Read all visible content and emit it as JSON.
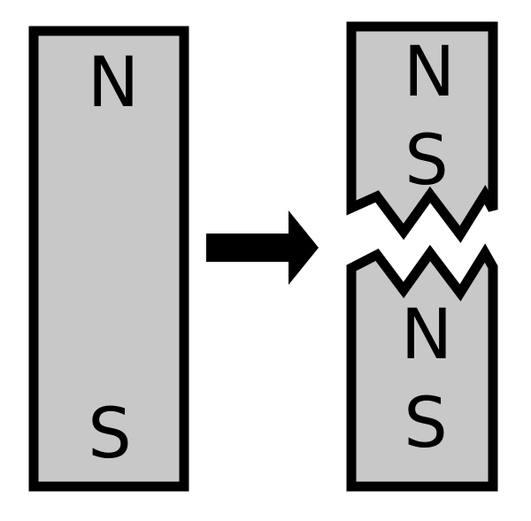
{
  "whole_magnet": {
    "top_pole": "N",
    "bottom_pole": "S"
  },
  "broken_magnet": {
    "upper_piece": {
      "top_pole": "N",
      "bottom_pole": "S"
    },
    "lower_piece": {
      "top_pole": "N",
      "bottom_pole": "S"
    }
  },
  "colors": {
    "magnet_fill": "#c8c8c8",
    "outline": "#000000",
    "arrow": "#000000",
    "background": "#ffffff"
  },
  "icons": {
    "arrow": "right-arrow-icon",
    "break": "zigzag-break-icon"
  }
}
